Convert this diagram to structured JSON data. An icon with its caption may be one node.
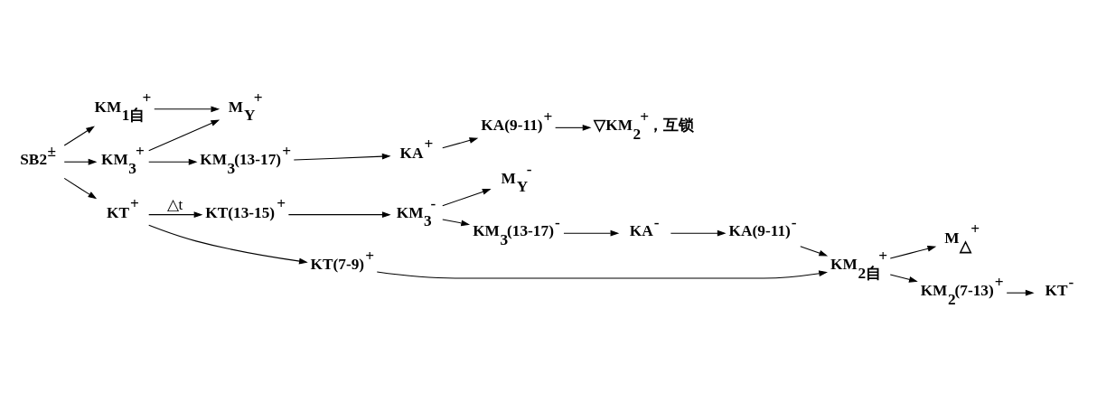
{
  "diagram": {
    "nodes": [
      {
        "text": [
          "SB2$^{±}$"
        ]
      },
      {
        "text": [
          "KM$_{1自}$$^{+}$"
        ]
      },
      {
        "text": [
          "KM$_{3}$$^{+}$"
        ]
      },
      {
        "text": [
          "M$_{Y}$$^{+}$"
        ]
      },
      {
        "text": [
          "KM$_{3}$(13-17)$^{+}$"
        ]
      },
      {
        "text": [
          "KA$^{+}$"
        ]
      },
      {
        "text": [
          "KA(9-11)$^{+}$"
        ]
      },
      {
        "text": [
          "▽KM$_{2}$$^{+}$，互锁"
        ]
      },
      {
        "text": [
          "KT$^{+}$"
        ]
      },
      {
        "text": [
          "KT(13-15)$^{+}$"
        ]
      },
      {
        "text": [
          "KM$_{3}$$^{-}$"
        ]
      },
      {
        "text": [
          "M$_{Y}$$^{-}$"
        ]
      },
      {
        "text": [
          "KM$_{3}$(13-17)$^{-}$"
        ]
      },
      {
        "text": [
          "KA$^{-}$"
        ]
      },
      {
        "text": [
          "KA(9-11)$^{-}$"
        ]
      },
      {
        "text": [
          "KT(7-9)$^{+}$"
        ]
      },
      {
        "text": [
          "KM$_{2自}$$^{+}$"
        ]
      },
      {
        "text": [
          "M$_{△}$$^{+}$"
        ]
      },
      {
        "text": [
          "KM$_{2}$(7-13)$^{+}$"
        ]
      },
      {
        "text": [
          "KT$^{-}$"
        ]
      }
    ],
    "edges": [
      {
        "from": 0,
        "to": 1,
        "arrow": "to"
      },
      {
        "from": 0,
        "to": 2,
        "arrow": "to"
      },
      {
        "from": 0,
        "to": 8,
        "arrow": "to"
      },
      {
        "from": 1,
        "to": 3,
        "arrow": "to"
      },
      {
        "from": 2,
        "to": 3,
        "arrow": "to"
      },
      {
        "from": 2,
        "to": 4,
        "arrow": "to"
      },
      {
        "from": 4,
        "to": 5,
        "arrow": "to"
      },
      {
        "from": 5,
        "to": 6,
        "arrow": "to"
      },
      {
        "from": 6,
        "to": 7,
        "arrow": "to"
      },
      {
        "from": 8,
        "to": 9,
        "arrow": "to",
        "label": "△t"
      },
      {
        "from": 8,
        "to": 15,
        "arrow": "to"
      },
      {
        "from": 9,
        "to": 10,
        "arrow": "to"
      },
      {
        "from": 10,
        "to": 11,
        "arrow": "to"
      },
      {
        "from": 10,
        "to": 12,
        "arrow": "to"
      },
      {
        "from": 12,
        "to": 13,
        "arrow": "to"
      },
      {
        "from": 13,
        "to": 14,
        "arrow": "to"
      },
      {
        "from": 14,
        "to": 16,
        "arrow": "to"
      },
      {
        "from": 15,
        "to": 16,
        "arrow": "to"
      },
      {
        "from": 16,
        "to": 17,
        "arrow": "to"
      },
      {
        "from": 16,
        "to": 18,
        "arrow": "to"
      },
      {
        "from": 18,
        "to": 19,
        "arrow": "to"
      }
    ]
  }
}
